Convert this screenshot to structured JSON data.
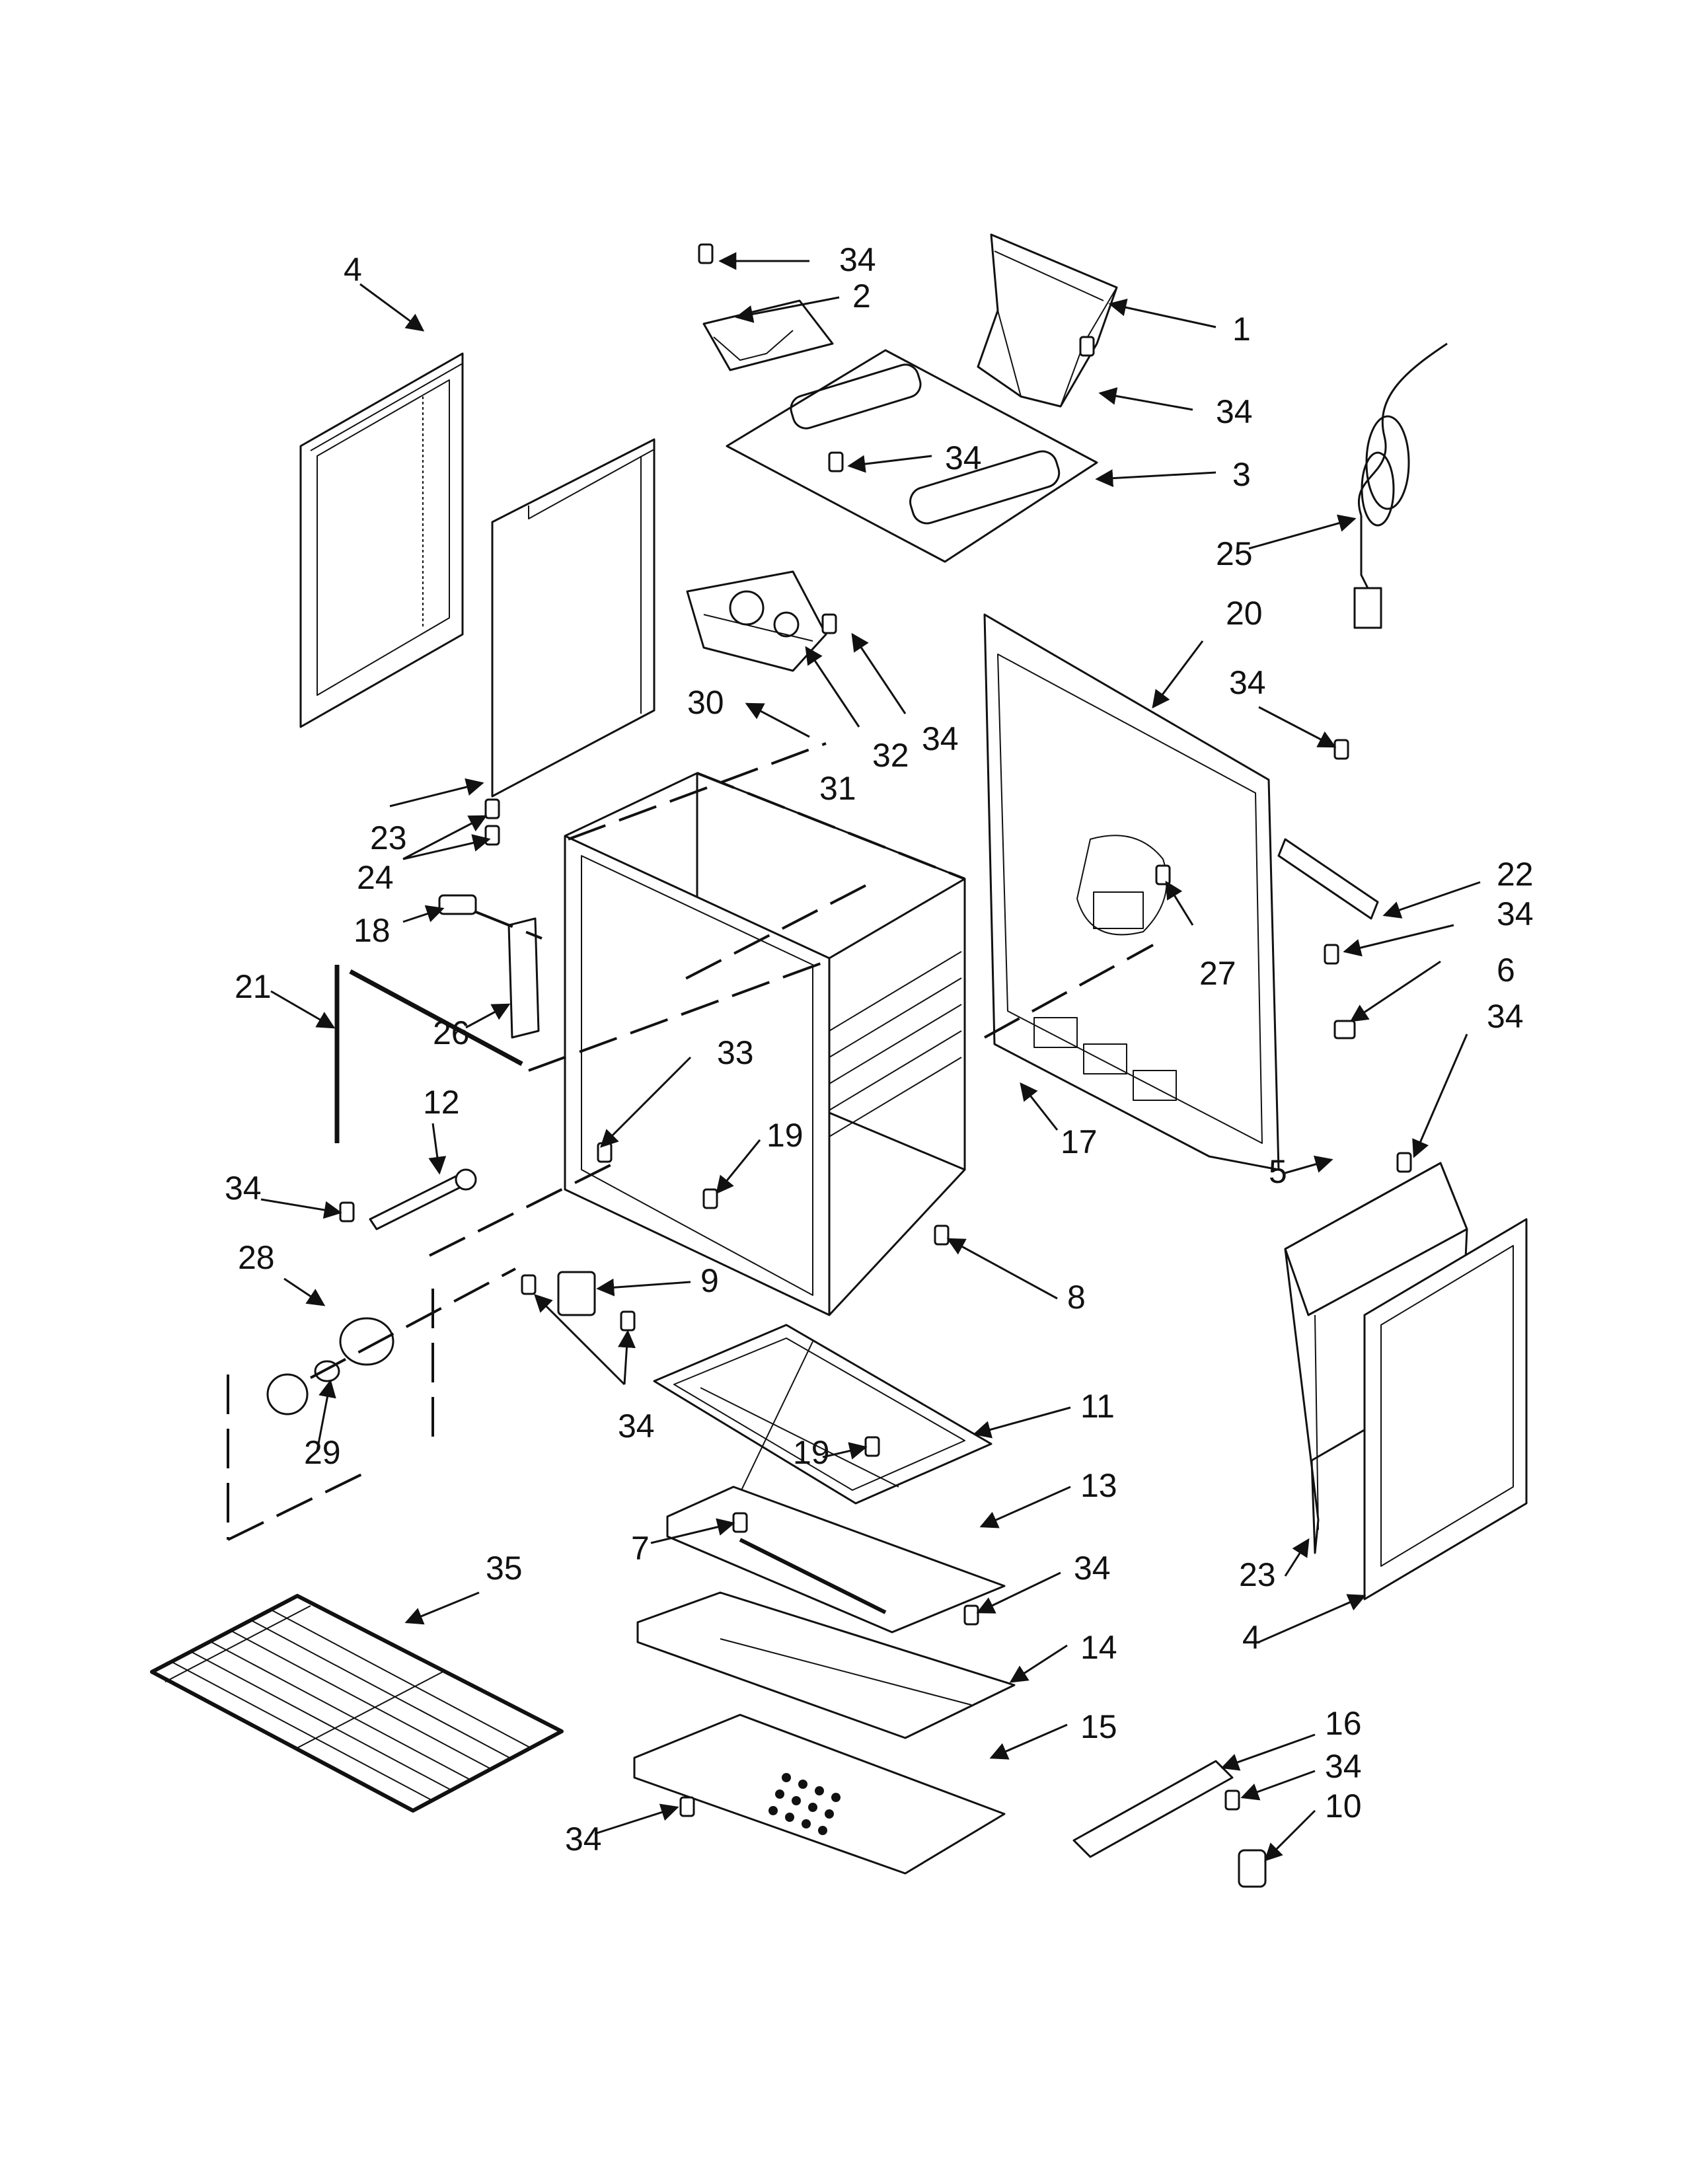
{
  "diagram": {
    "colors": {
      "line": "#111111",
      "fill": "#ffffff",
      "shade": "#d9d9d9"
    },
    "callouts": [
      {
        "id": "c-4-top",
        "text": "4"
      },
      {
        "id": "c-34-a",
        "text": "34"
      },
      {
        "id": "c-2",
        "text": "2"
      },
      {
        "id": "c-1",
        "text": "1"
      },
      {
        "id": "c-34-b",
        "text": "34"
      },
      {
        "id": "c-34-c",
        "text": "34"
      },
      {
        "id": "c-3",
        "text": "3"
      },
      {
        "id": "c-25",
        "text": "25"
      },
      {
        "id": "c-20",
        "text": "20"
      },
      {
        "id": "c-34-d",
        "text": "34"
      },
      {
        "id": "c-30",
        "text": "30"
      },
      {
        "id": "c-31",
        "text": "31"
      },
      {
        "id": "c-32",
        "text": "32"
      },
      {
        "id": "c-34-e",
        "text": "34"
      },
      {
        "id": "c-23-left",
        "text": "23"
      },
      {
        "id": "c-24",
        "text": "24"
      },
      {
        "id": "c-22",
        "text": "22"
      },
      {
        "id": "c-34-f",
        "text": "34"
      },
      {
        "id": "c-18",
        "text": "18"
      },
      {
        "id": "c-27",
        "text": "27"
      },
      {
        "id": "c-6",
        "text": "6"
      },
      {
        "id": "c-21",
        "text": "21"
      },
      {
        "id": "c-26",
        "text": "26"
      },
      {
        "id": "c-34-g",
        "text": "34"
      },
      {
        "id": "c-33",
        "text": "33"
      },
      {
        "id": "c-12",
        "text": "12"
      },
      {
        "id": "c-19-a",
        "text": "19"
      },
      {
        "id": "c-17",
        "text": "17"
      },
      {
        "id": "c-34-h",
        "text": "34"
      },
      {
        "id": "c-5",
        "text": "5"
      },
      {
        "id": "c-28",
        "text": "28"
      },
      {
        "id": "c-9",
        "text": "9"
      },
      {
        "id": "c-8",
        "text": "8"
      },
      {
        "id": "c-34-i",
        "text": "34"
      },
      {
        "id": "c-29",
        "text": "29"
      },
      {
        "id": "c-11",
        "text": "11"
      },
      {
        "id": "c-19-b",
        "text": "19"
      },
      {
        "id": "c-13",
        "text": "13"
      },
      {
        "id": "c-7",
        "text": "7"
      },
      {
        "id": "c-34-j",
        "text": "34"
      },
      {
        "id": "c-35",
        "text": "35"
      },
      {
        "id": "c-23-right",
        "text": "23"
      },
      {
        "id": "c-4-right",
        "text": "4"
      },
      {
        "id": "c-14",
        "text": "14"
      },
      {
        "id": "c-15",
        "text": "15"
      },
      {
        "id": "c-16",
        "text": "16"
      },
      {
        "id": "c-34-k",
        "text": "34"
      },
      {
        "id": "c-10",
        "text": "10"
      },
      {
        "id": "c-34-l",
        "text": "34"
      }
    ]
  }
}
